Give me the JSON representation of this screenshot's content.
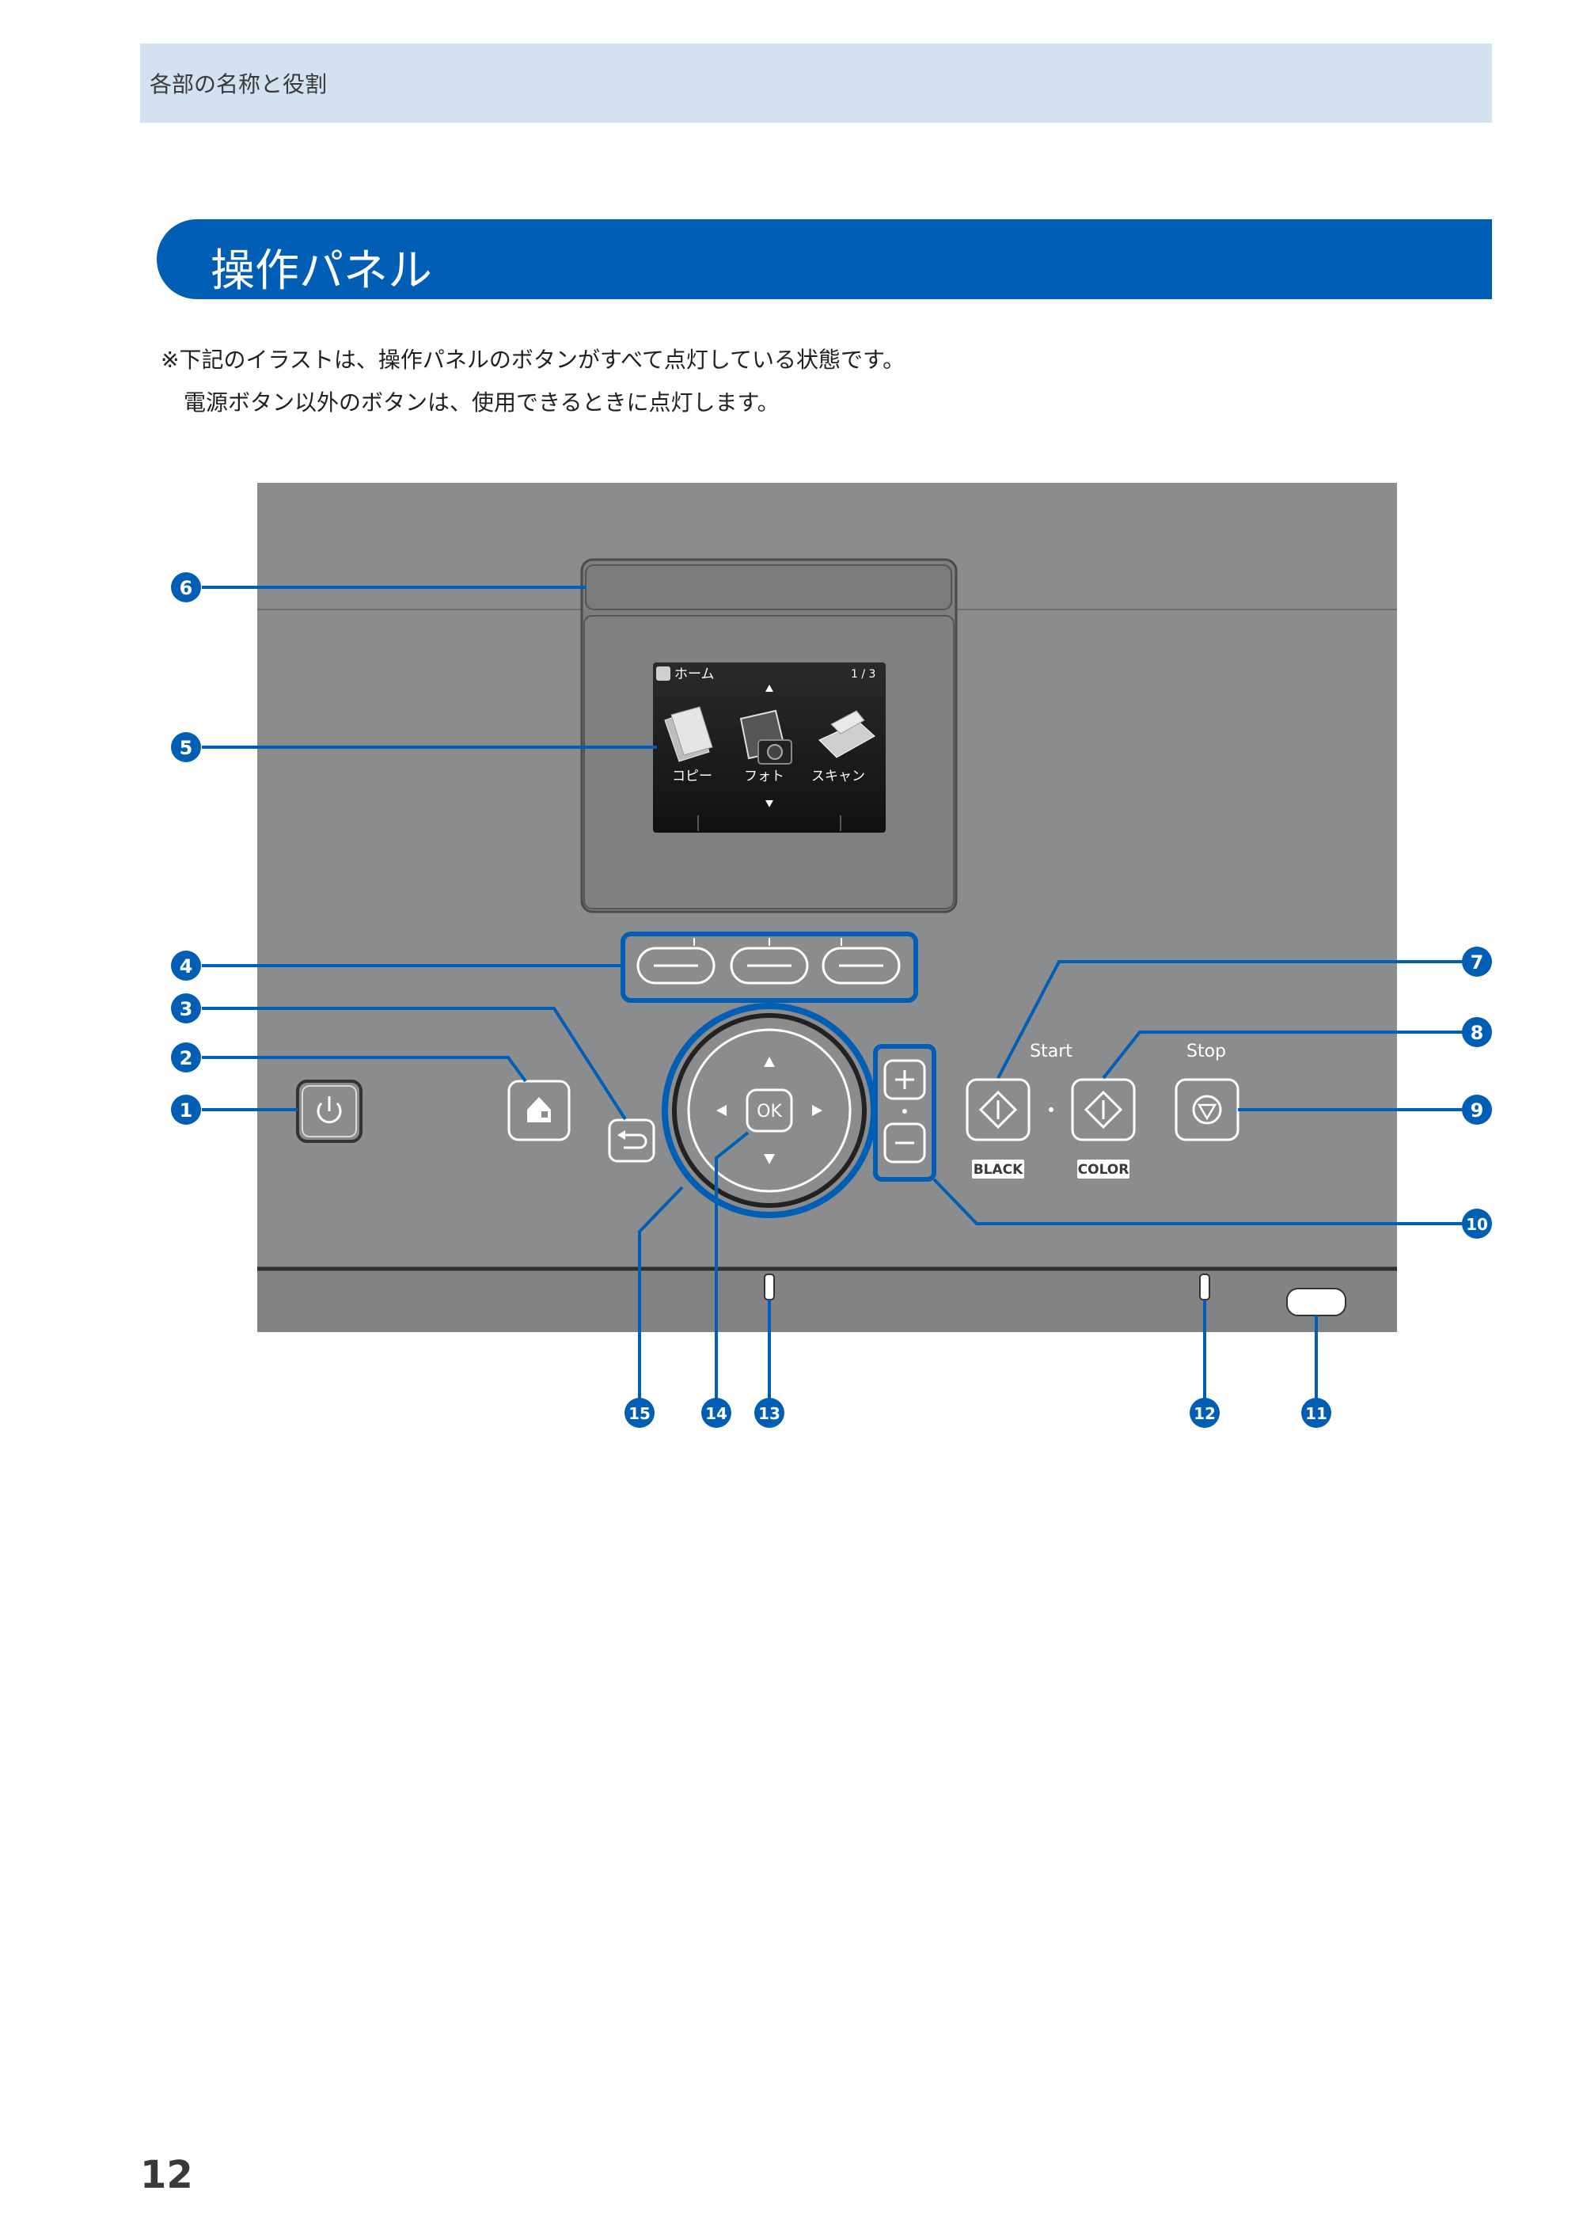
{
  "header": {
    "section": "各部の名称と役割"
  },
  "title": "操作パネル",
  "notes": [
    "※下記のイラストは、操作パネルのボタンがすべて点灯している状態です。",
    "電源ボタン以外のボタンは、使用できるときに点灯します。"
  ],
  "panel": {
    "start_label": "Start",
    "stop_label": "Stop",
    "black_label": "BLACK",
    "color_label": "COLOR",
    "ok_label": "OK",
    "screen": {
      "home_label": "ホーム",
      "page": "1 / 3",
      "items": [
        "コピー",
        "フォト",
        "スキャン"
      ]
    }
  },
  "callouts": [
    "1",
    "2",
    "3",
    "4",
    "5",
    "6",
    "7",
    "8",
    "9",
    "10",
    "11",
    "12",
    "13",
    "14",
    "15"
  ],
  "page_number": "12",
  "colors": {
    "accent": "#005eb5",
    "header_band": "#d4e1f1",
    "panel": "#8b8c8e"
  }
}
